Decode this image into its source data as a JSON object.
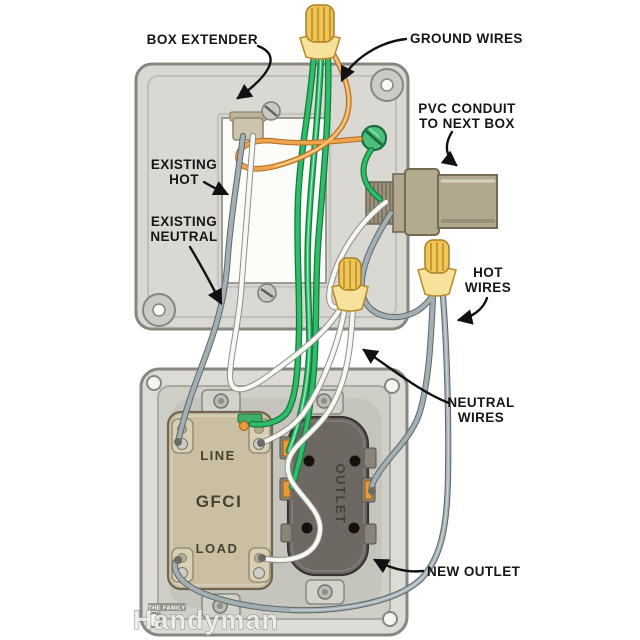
{
  "diagram": {
    "labels": {
      "box_extender": "BOX EXTENDER",
      "ground_wires": "GROUND WIRES",
      "pvc_conduit": [
        "PVC CONDUIT",
        "TO NEXT BOX"
      ],
      "existing_hot": [
        "EXISTING",
        "HOT"
      ],
      "existing_neutral": [
        "EXISTING",
        "NEUTRAL"
      ],
      "hot_wires": [
        "HOT",
        "WIRES"
      ],
      "neutral_wires": [
        "NEUTRAL",
        "WIRES"
      ],
      "new_outlet": "NEW OUTLET"
    },
    "devices": {
      "gfci": {
        "top_label": "LINE",
        "center_label": "GFCI",
        "bottom_label": "LOAD"
      },
      "outlet": {
        "label": "OUTLET"
      }
    },
    "watermark": {
      "brand": "Handyman",
      "tagline": "THE FAMILY"
    },
    "colors": {
      "background": "#ffffff",
      "box_fill": "#d9d8d2",
      "box_recess": "#cfcec7",
      "opening_fill": "#fcfcf9",
      "ground_wire_green": "#2fbd68",
      "ground_screw_green": "#4cc07a",
      "orange_wire": "#eda54f",
      "neutral_wire_white": "#f7f7f4",
      "hot_wire_gray": "#a4afb4",
      "wire_nut_yellow": "#eec75a",
      "conduit_tan": "#b4aa8f",
      "gfci_body_tan": "#cabfa2",
      "outlet_body_gray": "#6e6862",
      "terminal_brass": "#e89b3c",
      "label_text": "#161616"
    }
  }
}
